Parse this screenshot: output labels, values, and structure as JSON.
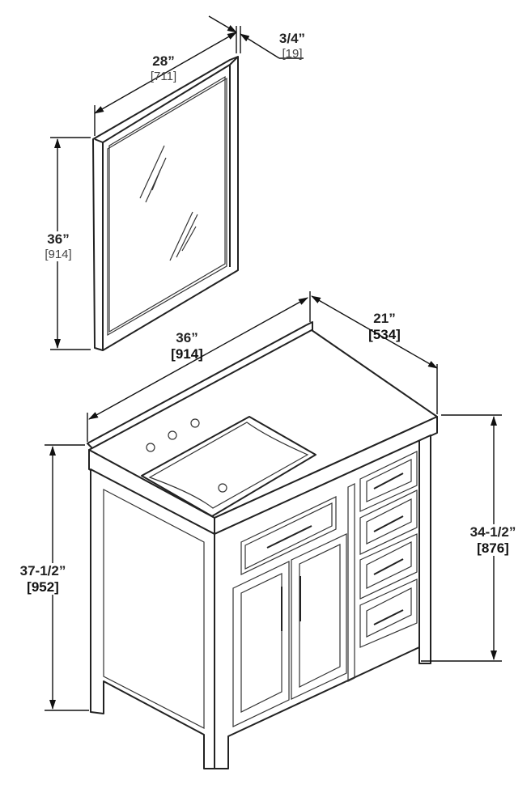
{
  "mirror": {
    "width": {
      "imperial": "28”",
      "metric": "[711]"
    },
    "depth": {
      "imperial": "3/4”",
      "metric": "[19]"
    },
    "height": {
      "imperial": "36”",
      "metric": "[914]"
    }
  },
  "vanity": {
    "width": {
      "imperial": "36”",
      "metric": "[914]"
    },
    "depth": {
      "imperial": "21”",
      "metric": "[534]"
    },
    "cabinet_height": {
      "imperial": "34-1/2”",
      "metric": "[876]"
    },
    "total_height": {
      "imperial": "37-1/2”",
      "metric": "[952]"
    }
  },
  "colors": {
    "line": "#222222",
    "background": "#ffffff"
  }
}
